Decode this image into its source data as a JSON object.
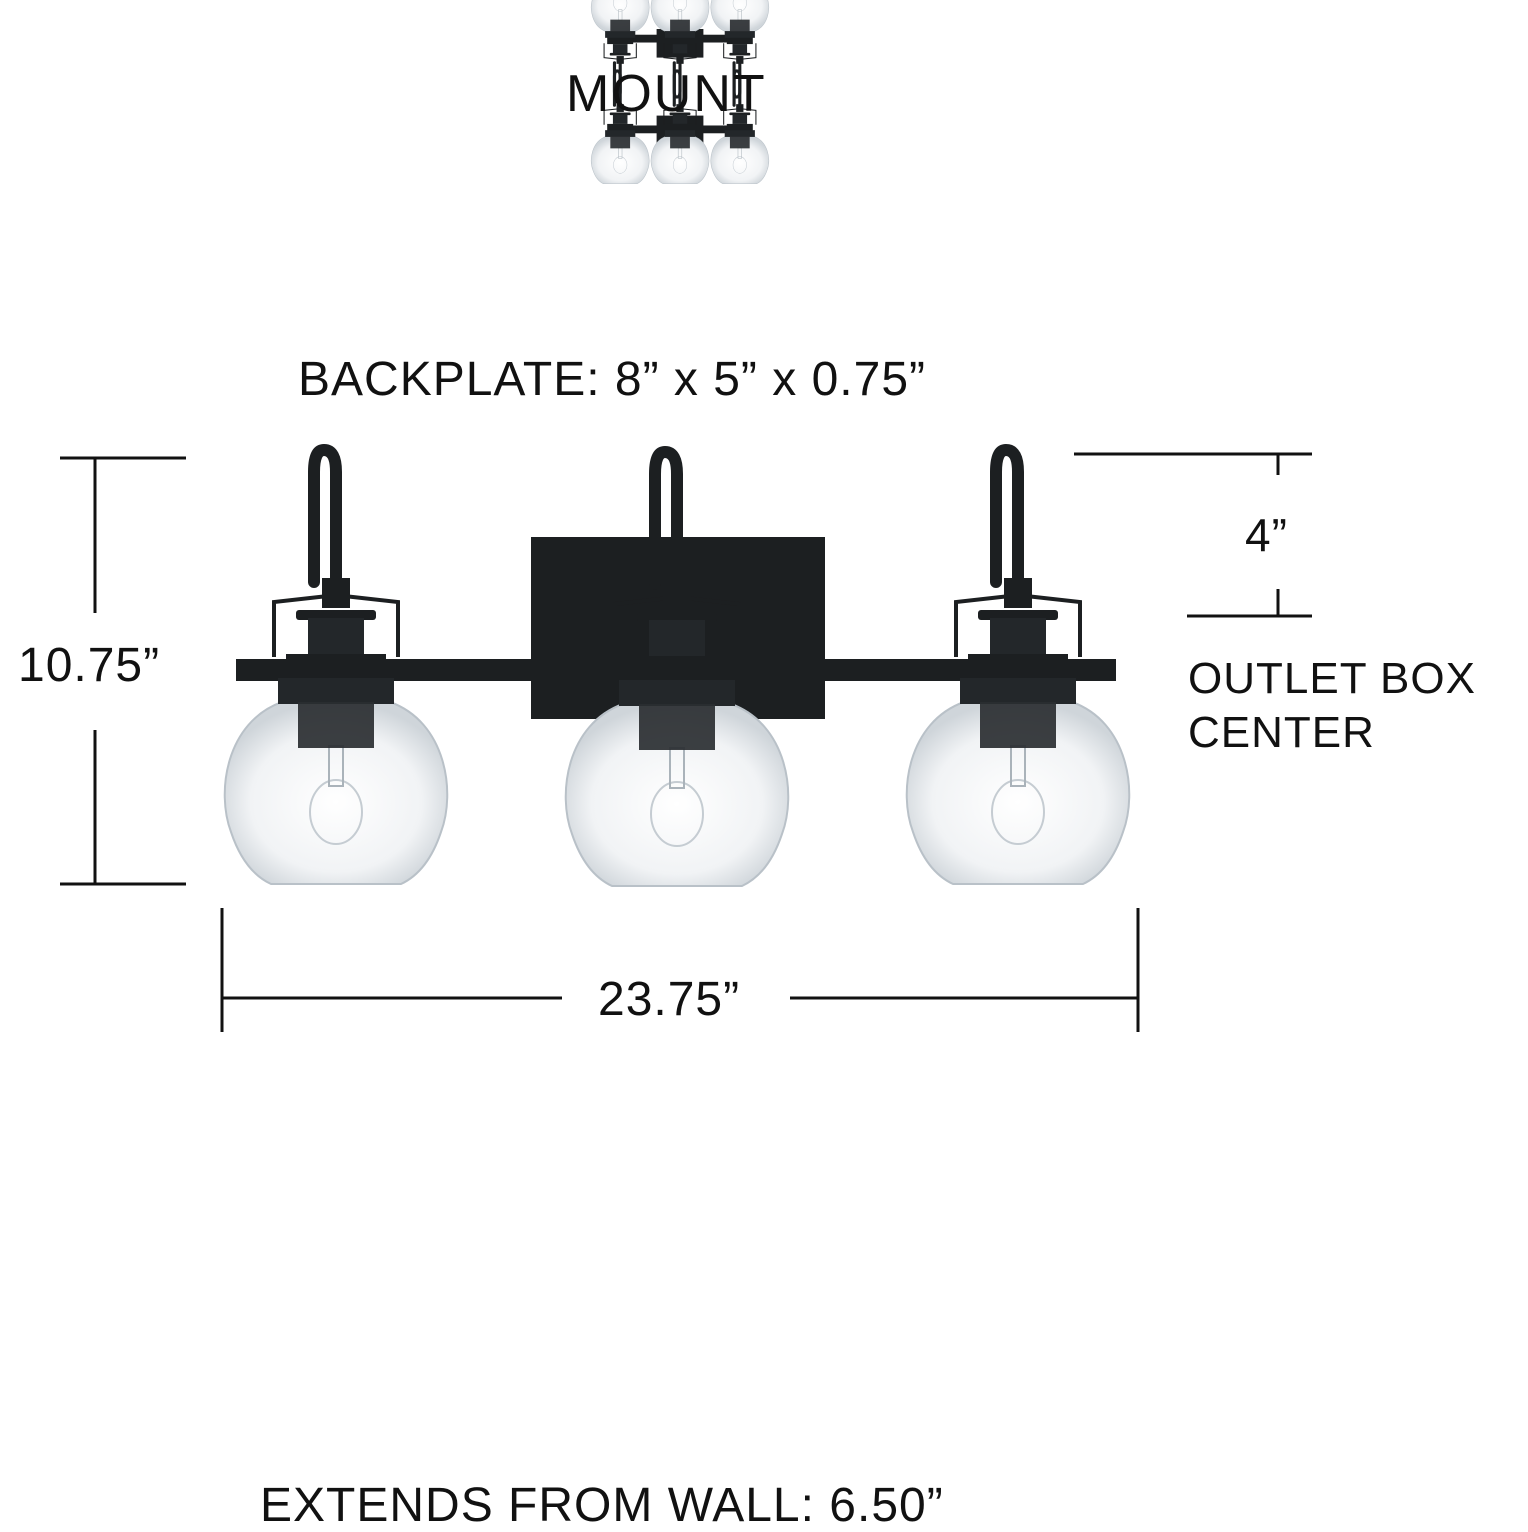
{
  "diagram": {
    "subject": "3-light vanity fixture with clear globe shades, matte black finish",
    "mount_orientation": {
      "label": "MOUNT",
      "icons": [
        "fixture-shades-up-icon",
        "fixture-shades-down-icon"
      ]
    },
    "backplate": {
      "label": "BACKPLATE: 8” x 5” x 0.75”",
      "width": "8”",
      "height": "5”",
      "depth": "0.75”"
    },
    "dimensions": {
      "height": "10.75”",
      "width": "23.75”",
      "outlet_offset": "4”",
      "outlet_label_line1": "OUTLET BOX",
      "outlet_label_line2": "CENTER",
      "extends_from_wall": "EXTENDS FROM WALL: 6.50”"
    },
    "colors": {
      "finish": "#1c1f21",
      "glass": "#e9edf0",
      "lines": "#111111",
      "background": "#ffffff"
    },
    "fixture": {
      "light_count": 3,
      "shade_type": "clear globe glass"
    }
  }
}
